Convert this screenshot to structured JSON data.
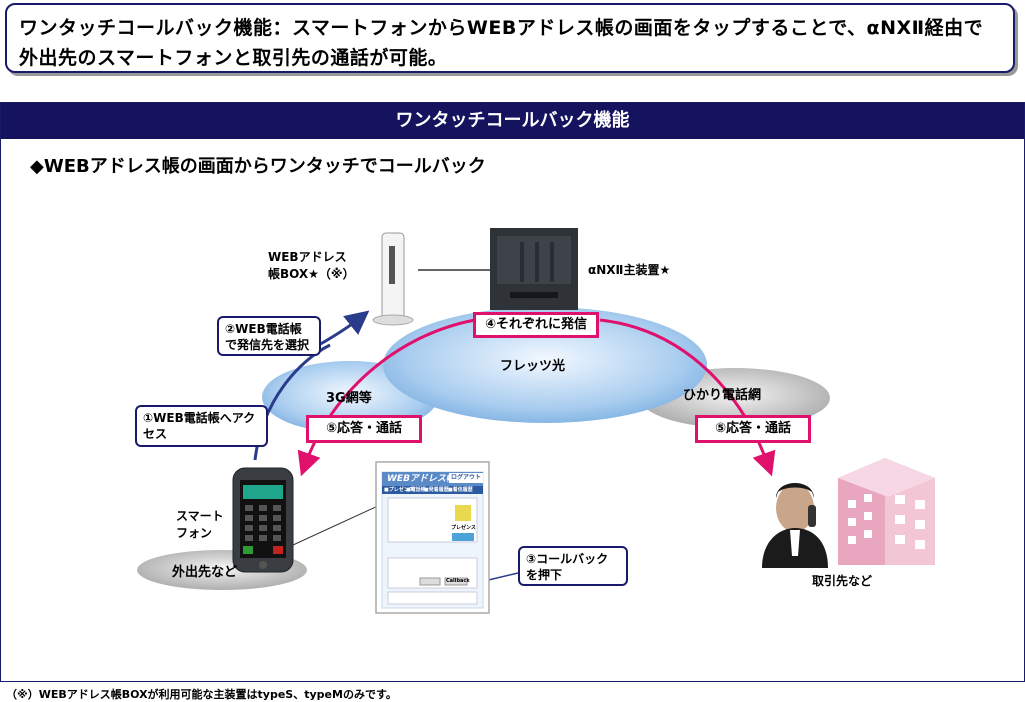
{
  "headline": "ワンタッチコールバック機能：スマートフォンからWEBアドレス帳の画面をタップすることで、αNXⅡ経由で外出先のスマートフォンと取引先の通話が可能。",
  "panel": {
    "title": "ワンタッチコールバック機能",
    "subtitle": "◆WEBアドレス帳の画面からワンタッチでコールバック"
  },
  "nodes": {
    "box_label": "WEBアドレス帳BOX★（※）",
    "main_unit_label": "αNXⅡ主装置★",
    "flets_label": "フレッツ光",
    "threeg_label": "3G網等",
    "hikari_label": "ひかり電話網",
    "smartphone_label": "スマートフォン",
    "outside_label": "外出先など",
    "client_label": "取引先など"
  },
  "steps": {
    "step1": "①WEB電話帳へアクセス",
    "step2": "②WEB電話帳で発信先を選択",
    "step3": "③コールバックを押下",
    "step4": "④それぞれに発信",
    "step5_left": "⑤応答・通話",
    "step5_right": "⑤応答・通話"
  },
  "screen": {
    "app_title": "WEBアドレス帳",
    "login_button": "ログアウト",
    "tabs": [
      "■プレゼンス",
      "■電話帳",
      "■発着履歴",
      "■着信履歴"
    ],
    "presence_label": "プレゼンス",
    "callback_button": "Callback"
  },
  "footnote": "（※）WEBアドレス帳BOXが利用可能な主装置はtypeS、typeMのみです。",
  "colors": {
    "navy": "#15135e",
    "pink": "#e0116d",
    "cloud": "#a9cdef"
  }
}
